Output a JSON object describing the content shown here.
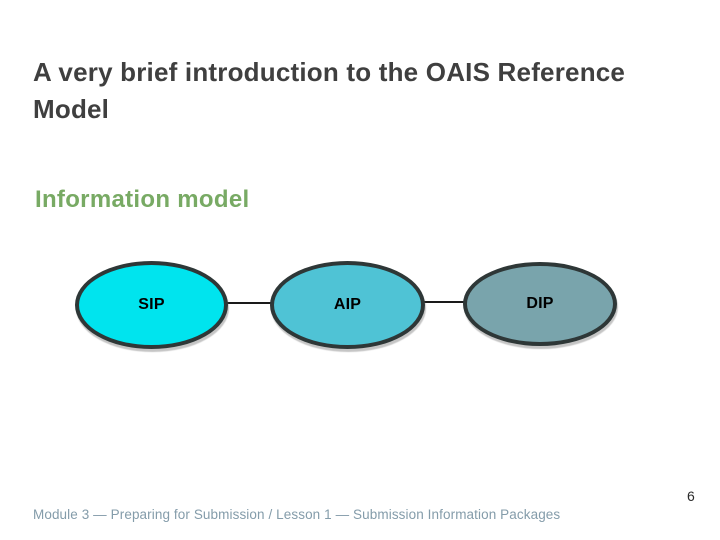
{
  "slide": {
    "title": "A very brief introduction to the OAIS Reference Model",
    "subtitle": "Information model",
    "footer": "Module 3 — Preparing for Submission / Lesson 1 — Submission Information Packages",
    "page_number": "6"
  },
  "colors": {
    "title_text": "#3f3f3f",
    "subtitle_text": "#78aa64",
    "footer_text": "#849caa",
    "ellipse_border": "#2e3737",
    "connector": "#1a1a1a"
  },
  "diagram": {
    "ellipses": [
      {
        "label": "SIP",
        "fill": "#00e4ee"
      },
      {
        "label": "AIP",
        "fill": "#4fc3d5"
      },
      {
        "label": "DIP",
        "fill": "#79a4ac"
      }
    ]
  }
}
